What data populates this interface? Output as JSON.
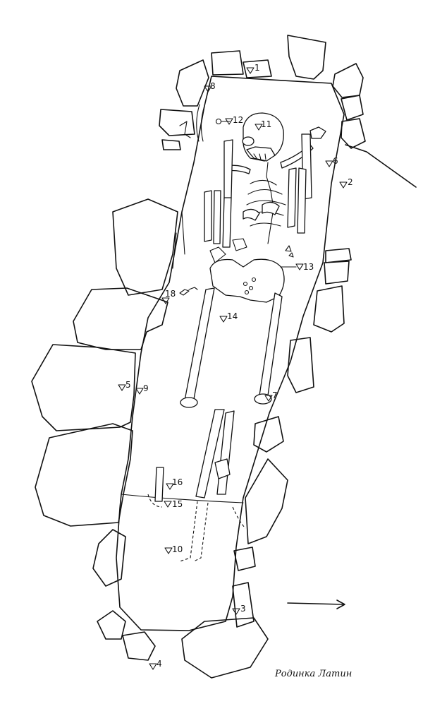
{
  "markers": [
    {
      "id": "m1",
      "label": "1"
    },
    {
      "id": "m2",
      "label": "2"
    },
    {
      "id": "m3",
      "label": "3"
    },
    {
      "id": "m4",
      "label": "4"
    },
    {
      "id": "m5",
      "label": "5"
    },
    {
      "id": "m6",
      "label": "6"
    },
    {
      "id": "m7",
      "label": "7"
    },
    {
      "id": "m8",
      "label": "8"
    },
    {
      "id": "m9",
      "label": "9"
    },
    {
      "id": "m10",
      "label": "10"
    },
    {
      "id": "m11",
      "label": "11"
    },
    {
      "id": "m12",
      "label": "12"
    },
    {
      "id": "m13",
      "label": "13"
    },
    {
      "id": "m14",
      "label": "14"
    },
    {
      "id": "m15",
      "label": "15"
    },
    {
      "id": "m16",
      "label": "16"
    },
    {
      "id": "m18",
      "label": "18"
    }
  ],
  "signature": "Родинка Латин"
}
